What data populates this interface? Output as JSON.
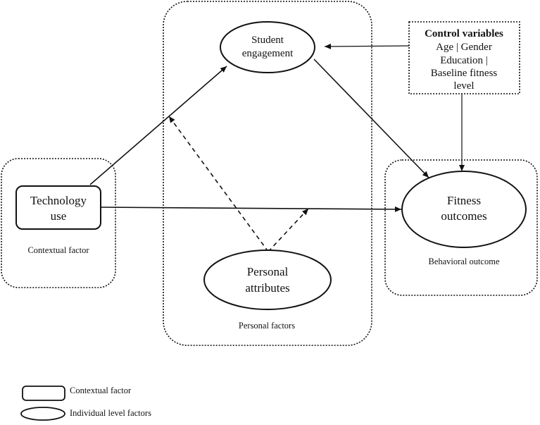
{
  "diagram": {
    "nodes": {
      "student_engagement": [
        "Student",
        "engagement"
      ],
      "technology_use": [
        "Technology",
        "use"
      ],
      "fitness_outcomes": [
        "Fitness",
        "outcomes"
      ],
      "personal_attributes": [
        "Personal",
        "attributes"
      ],
      "control_variables": {
        "title": "Control variables",
        "lines": [
          "Age | Gender",
          "Education |",
          "Baseline fitness",
          "level"
        ]
      }
    },
    "groups": {
      "contextual": "Contextual factor",
      "personal": "Personal factors",
      "behavioral": "Behavioral outcome"
    },
    "legend": {
      "rect_label": "Contextual factor",
      "ellipse_label": "Individual level factors"
    },
    "colors": {
      "stroke": "#111111",
      "background": "#ffffff"
    }
  }
}
